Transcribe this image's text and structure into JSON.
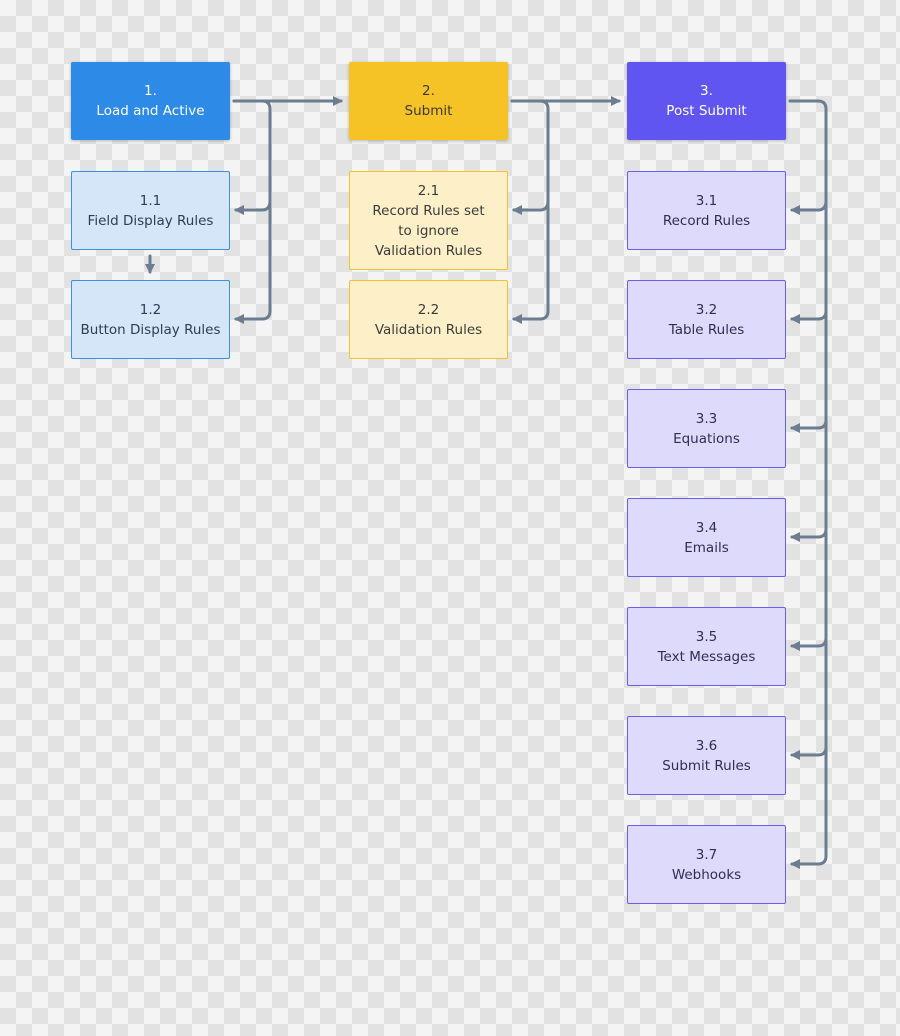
{
  "colors": {
    "connector": "#6b7d8e",
    "blue": "#2d8ae6",
    "yellow": "#f6c327",
    "purple": "#6155f2"
  },
  "groups": [
    {
      "id": "load",
      "head": {
        "num": "1.",
        "label": "Load and Active"
      },
      "items": [
        {
          "num": "1.1",
          "label": "Field Display Rules"
        },
        {
          "num": "1.2",
          "label": "Button Display Rules"
        }
      ]
    },
    {
      "id": "submit",
      "head": {
        "num": "2.",
        "label": "Submit"
      },
      "items": [
        {
          "num": "2.1",
          "label": "Record Rules set to ignore Validation Rules"
        },
        {
          "num": "2.2",
          "label": "Validation Rules"
        }
      ]
    },
    {
      "id": "post",
      "head": {
        "num": "3.",
        "label": "Post Submit"
      },
      "items": [
        {
          "num": "3.1",
          "label": "Record Rules"
        },
        {
          "num": "3.2",
          "label": "Table Rules"
        },
        {
          "num": "3.3",
          "label": "Equations"
        },
        {
          "num": "3.4",
          "label": "Emails"
        },
        {
          "num": "3.5",
          "label": "Text Messages"
        },
        {
          "num": "3.6",
          "label": "Submit Rules"
        },
        {
          "num": "3.7",
          "label": "Webhooks"
        }
      ]
    }
  ]
}
